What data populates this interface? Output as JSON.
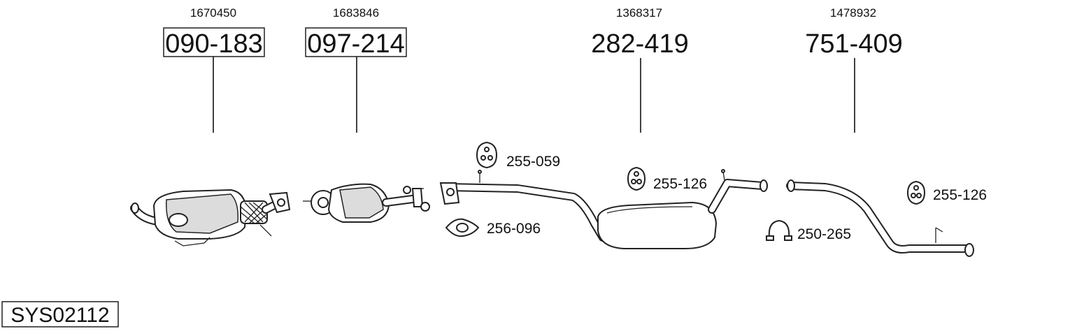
{
  "system_code": "SYS02112",
  "parts": [
    {
      "oem": "1670450",
      "number": "090-183",
      "boxed": true
    },
    {
      "oem": "1683846",
      "number": "097-214",
      "boxed": true
    },
    {
      "oem": "1368317",
      "number": "282-419",
      "boxed": false
    },
    {
      "oem": "1478932",
      "number": "751-409",
      "boxed": false
    }
  ],
  "accessories": [
    {
      "number": "255-059",
      "icon": "rubber-hanger-icon"
    },
    {
      "number": "256-096",
      "icon": "gasket-icon"
    },
    {
      "number": "255-126",
      "icon": "rubber-hanger-icon"
    },
    {
      "number": "250-265",
      "icon": "pipe-clamp-icon"
    },
    {
      "number": "255-126",
      "icon": "rubber-hanger-icon"
    }
  ]
}
